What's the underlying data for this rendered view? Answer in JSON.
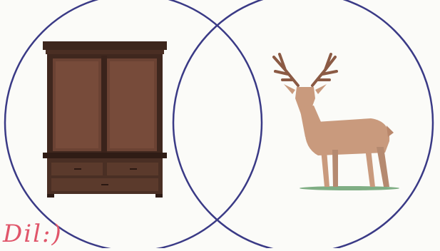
{
  "diagram": {
    "type": "venn",
    "circle_count": 2,
    "left_item": "wardrobe-image",
    "right_item": "deer-image",
    "overlap_region": "empty"
  },
  "handwritten_note": "Dil:)",
  "colors": {
    "background": "#fbfbf8",
    "circle_stroke": "#3a3a86",
    "wardrobe_wood": "#5b3a2c",
    "wardrobe_dark": "#3d261d",
    "deer_body": "#c99a7d",
    "deer_antler": "#8b5a44",
    "grass": "#7fae84",
    "annotation": "#e0556a"
  }
}
